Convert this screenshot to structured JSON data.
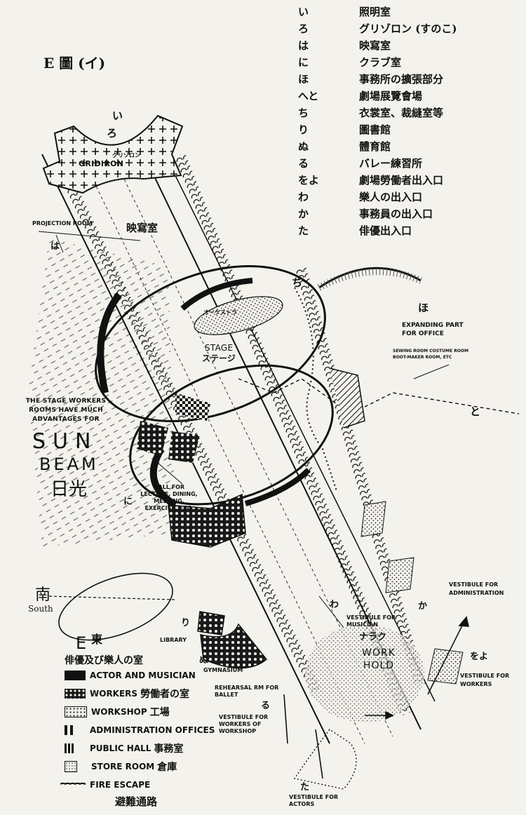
{
  "title": "E 圖 (イ)",
  "key": [
    {
      "kana": "い",
      "room": "照明室"
    },
    {
      "kana": "ろ",
      "room": "グリゾロン (すのこ)"
    },
    {
      "kana": "は",
      "room": "映寫室"
    },
    {
      "kana": "に",
      "room": "クラブ室"
    },
    {
      "kana": "ほ",
      "room": "事務所の擴張部分"
    },
    {
      "kana": "へと",
      "room": "劇場展覽會場"
    },
    {
      "kana": "ち",
      "room": "衣裳室、裁縫室等"
    },
    {
      "kana": "り",
      "room": "圖書館"
    },
    {
      "kana": "ぬ",
      "room": "體育館"
    },
    {
      "kana": "る",
      "room": "バレー練習所"
    },
    {
      "kana": "をよ",
      "room": "劇場勞働者出入口"
    },
    {
      "kana": "わ",
      "room": "樂人の出入口"
    },
    {
      "kana": "か",
      "room": "事務員の出入口"
    },
    {
      "kana": "た",
      "room": "俳優出入口"
    }
  ],
  "labels": {
    "gridiron": "GRIDIRON",
    "gridiron_jp": "グリゾロン",
    "projection_room": "PROJECTION ROOM",
    "projection_jp": "映寫室",
    "stage": "STAGE",
    "stage_jp": "ステージ",
    "orchestra_jp": "オーケストラ",
    "expanding_part": "EXPANDING PART FOR OFFICE",
    "sewing": "SEWING ROOM COSTUME ROOM BOOT-MAKER ROOM, ETC",
    "stage_workers_note": "THE STAGE WORKERS ROOMS HAVE MUCH ADVANTAGES FOR",
    "sun": "SUN",
    "beam": "BEAM",
    "sunlight_jp": "日光",
    "hall": "HALL FOR LECTURE, DINING, MEETING, EXERCISE, ETC.",
    "south_jp": "南",
    "south": "South",
    "east": "E",
    "east_jp": "東",
    "library": "LIBRARY",
    "gymnasium": "GYMNASIUM",
    "rehearsal": "REHEARSAL RM FOR BALLET",
    "vestibule_workshop": "VESTIBULE FOR WORKERS OF WORKSHOP",
    "vestibule_actors": "VESTIBULE FOR ACTORS",
    "vestibule_musician": "VESTIBULE FOR MUSICIAN",
    "work_hold": "WORK HOLD",
    "work_hold_jp": "ナラク",
    "vestibule_admin": "VESTIBULE FOR ADMINISTRATION",
    "vestibule_workers": "VESTIBULE FOR WORKERS",
    "m_i": "い",
    "m_ro": "ろ",
    "m_ha": "は",
    "m_ni": "に",
    "m_ho": "ほ",
    "m_to": "と",
    "m_chi": "ち",
    "m_ri": "り",
    "m_nu": "ぬ",
    "m_ru": "る",
    "m_wa": "わ",
    "m_ka": "か",
    "m_oyo": "をよ",
    "m_ta": "た"
  },
  "legend_title": "俳優及び樂人の室",
  "legend": [
    {
      "text": "ACTOR AND MUSICIAN",
      "jp": ""
    },
    {
      "text": "WORKERS",
      "jp": "勞働者の室"
    },
    {
      "text": "WORKSHOP",
      "jp": "工場"
    },
    {
      "text": "ADMINISTRATION OFFICES",
      "jp": ""
    },
    {
      "text": "PUBLIC HALL",
      "jp": "事務室"
    },
    {
      "text": "STORE ROOM",
      "jp": "倉庫"
    },
    {
      "text": "FIRE ESCAPE",
      "jp": "避難通路"
    }
  ]
}
